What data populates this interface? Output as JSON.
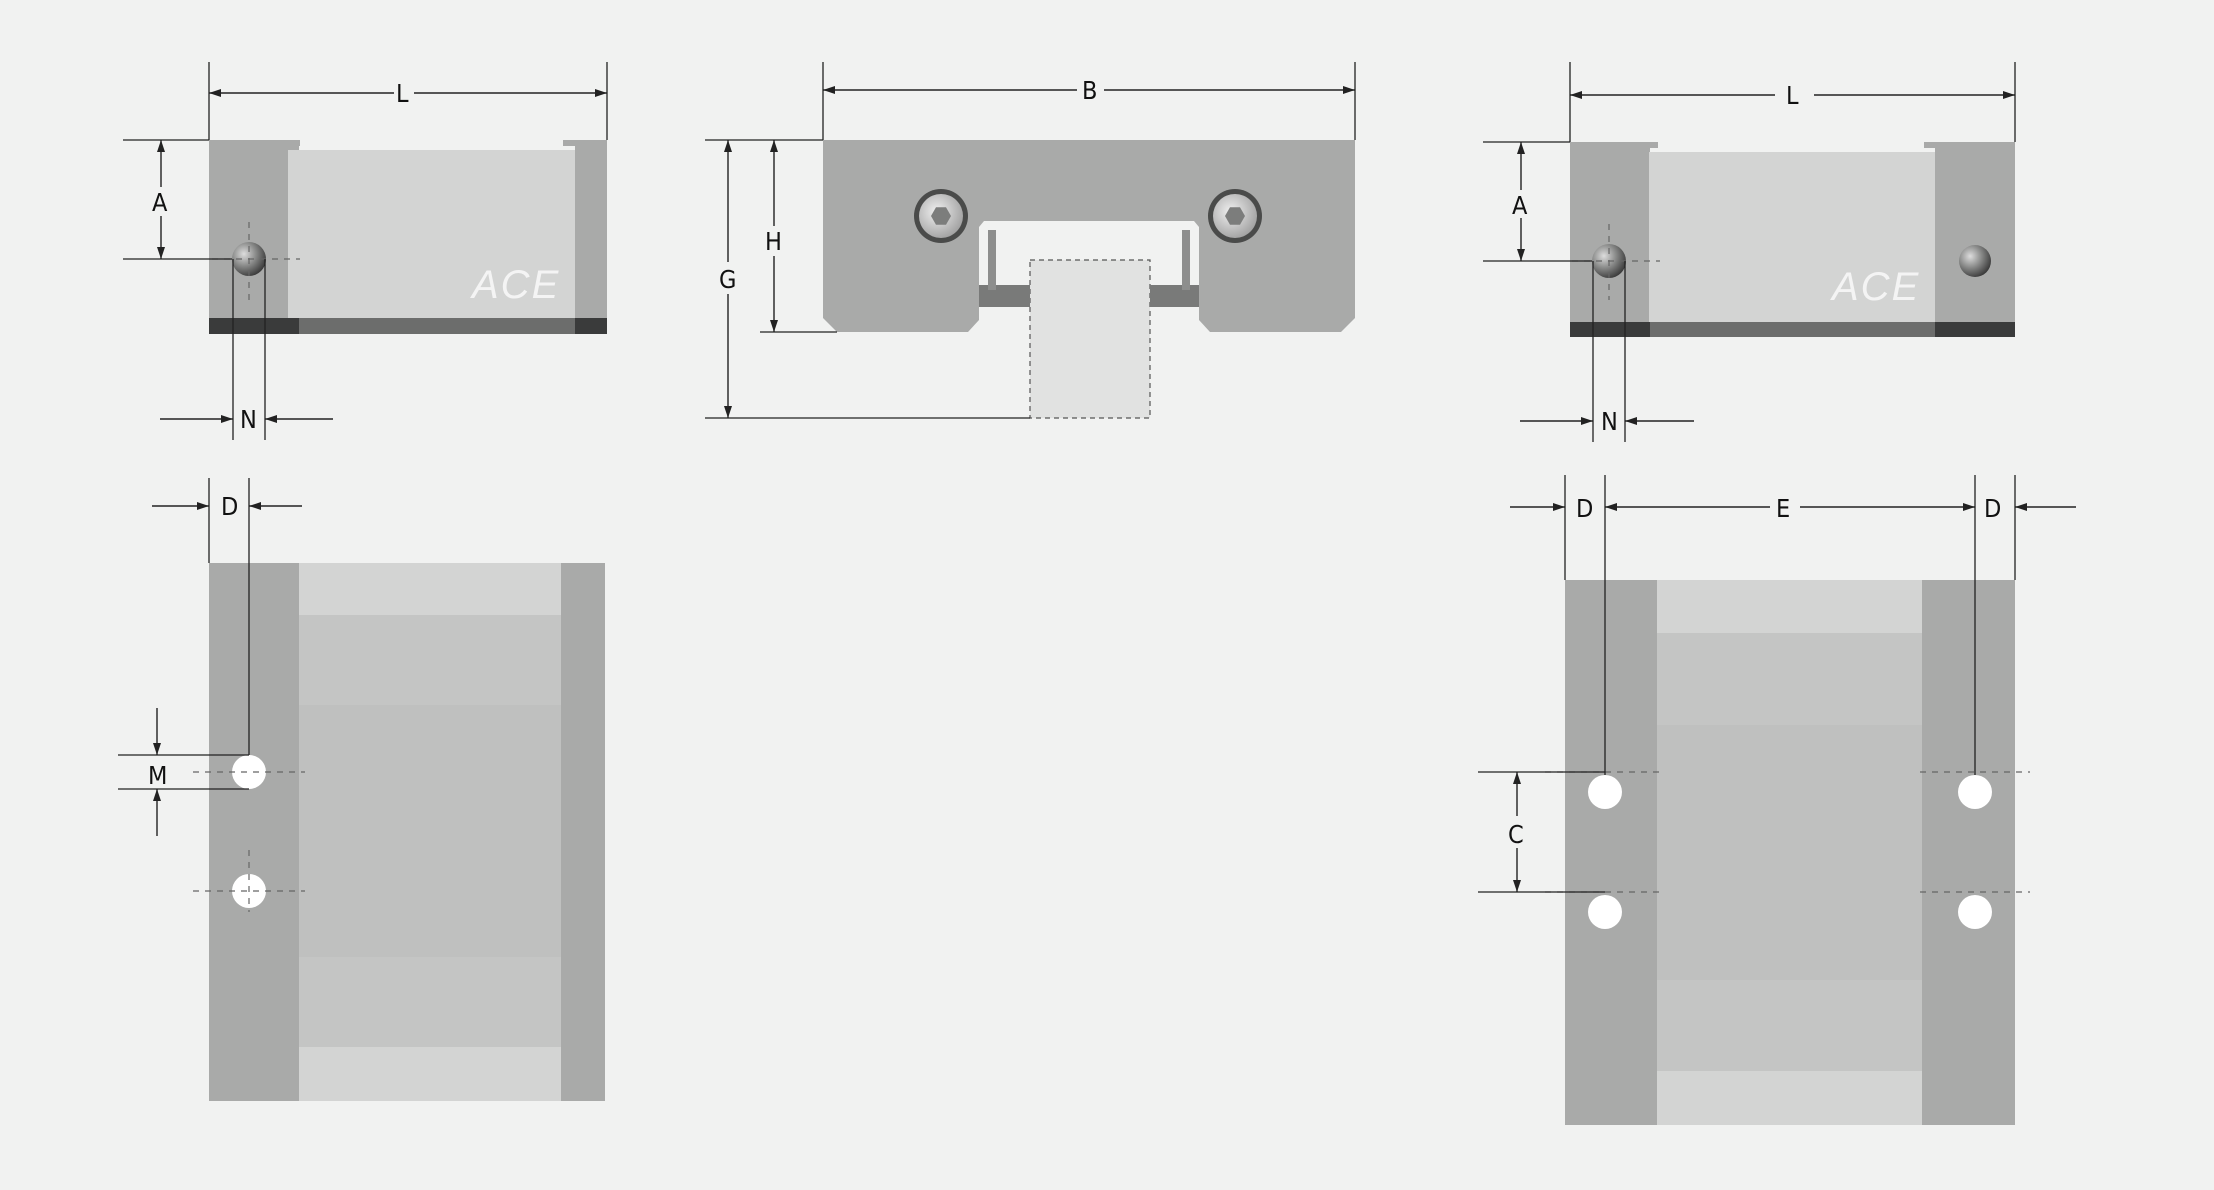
{
  "dimension_labels": {
    "length": "L",
    "width": "B",
    "height_a": "A",
    "height_g": "G",
    "height_h": "H",
    "offset_n": "N",
    "hole_d": "D",
    "hole_m": "M",
    "pitch_c": "C",
    "spacing_e": "E"
  },
  "brand_logo": "ACE",
  "colors": {
    "background": "#f1f2f1",
    "body": "#a9aaa9",
    "inner": "#d3d4d3",
    "inner_dark": "#c4c5c4",
    "base_strip": "#3a3b3b",
    "line": "#222222"
  }
}
